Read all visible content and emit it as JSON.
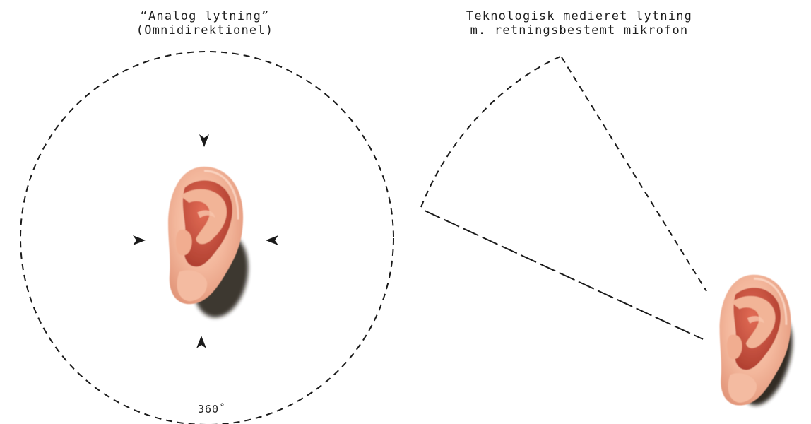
{
  "left_panel": {
    "title_line1": "“Analog lytning”",
    "title_line2": "(Omnidirektionel)",
    "angle_label": "360˚"
  },
  "right_panel": {
    "title_line1": "Teknologisk medieret lytning",
    "title_line2": "m. retningsbestemt mikrofon"
  },
  "colors": {
    "background": "#ffffff",
    "stroke": "#1a1a1a",
    "ear_skin": "#f0b59a",
    "ear_inner": "#c94a3a",
    "shadow": "#1c1410"
  },
  "icons": {
    "sound_arrow": "arrowhead-icon",
    "ear": "ear-icon"
  }
}
